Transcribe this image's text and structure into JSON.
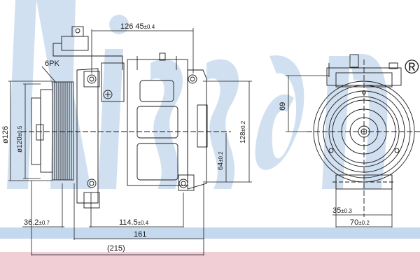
{
  "watermark": {
    "text": "Nissens",
    "registered_mark": "®",
    "color": "#bcd2ea",
    "band_colors": {
      "blue": "#c5d9ee",
      "pink": "#f1cdd6"
    }
  },
  "drawing": {
    "subject": "AC compressor with clutch pulley",
    "line_color": "#1a1a1a",
    "views": [
      "side-view",
      "front-view"
    ],
    "pulley_label": "6PK"
  },
  "dimensions": {
    "top_mount_spacing": {
      "value": "126 45",
      "tol": "±0.4"
    },
    "pulley_outer_dia": {
      "value": "ø126",
      "tol": ""
    },
    "pulley_inner_dia": {
      "value": "ø120",
      "tol": "±0.5"
    },
    "pulley_offset": {
      "value": "36.2",
      "tol": "±0.7"
    },
    "mount_hole_spacing": {
      "value": "114.5",
      "tol": "±0.4"
    },
    "body_length": {
      "value": "161",
      "tol": ""
    },
    "overall_length": {
      "value": "(215)",
      "tol": ""
    },
    "height_mounts": {
      "value": "128",
      "tol": "±0.2"
    },
    "height_lower": {
      "value": "64",
      "tol": "±0.2"
    },
    "front_height": {
      "value": "69",
      "tol": ""
    },
    "front_half_width": {
      "value": "35",
      "tol": "±0.3"
    },
    "front_width": {
      "value": "70",
      "tol": "±0.2"
    }
  }
}
